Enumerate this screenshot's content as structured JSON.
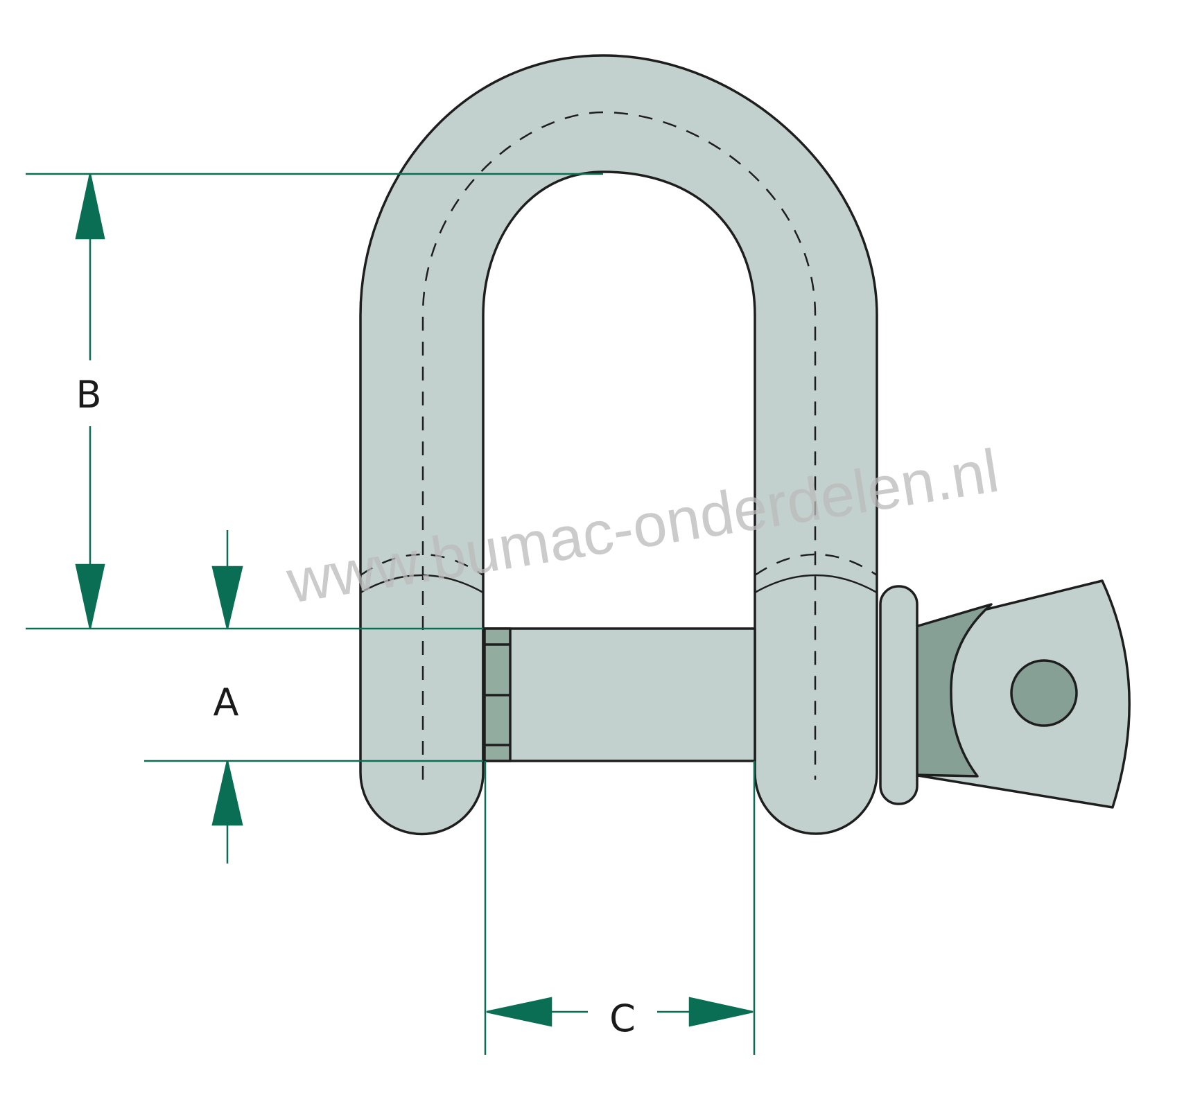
{
  "labels": {
    "a": "A",
    "b": "B",
    "c": "C"
  },
  "watermark": "www.bumac-onderdelen.nl",
  "colors": {
    "shackle_fill": "#c3d1ce",
    "shackle_dark": "#86a095",
    "pin_shade": "#92ad9f",
    "outline": "#1e1e1e",
    "dimension": "#0a6e55",
    "text": "#1a1a1a",
    "watermark": "#b9b9b9"
  }
}
